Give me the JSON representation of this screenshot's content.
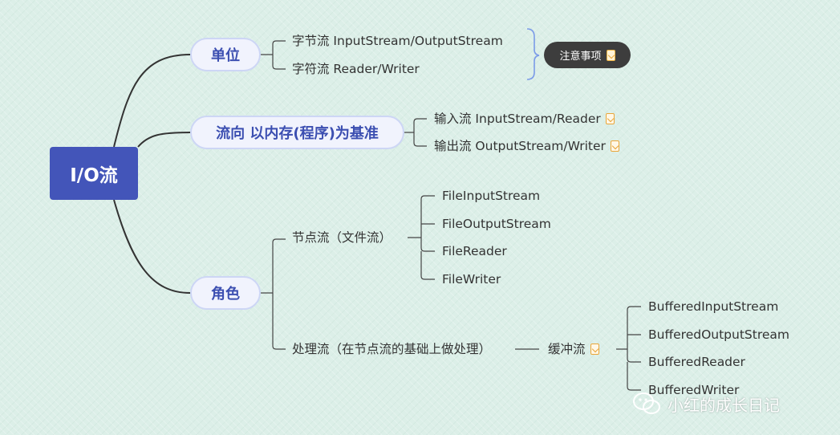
{
  "root": {
    "label": "I/O流"
  },
  "branches": {
    "unit": {
      "label": "单位",
      "children": [
        "字节流 InputStream/OutputStream",
        "字符流 Reader/Writer"
      ],
      "note_tag": "注意事项"
    },
    "direction": {
      "label": "流向 以内存(程序)为基准",
      "children": [
        "输入流 InputStream/Reader",
        "输出流 OutputStream/Writer"
      ]
    },
    "role": {
      "label": "角色",
      "node_stream": {
        "label": "节点流（文件流）",
        "children": [
          "FileInputStream",
          "FileOutputStream",
          "FileReader",
          "FileWriter"
        ]
      },
      "processing_stream": {
        "label": "处理流（在节点流的基础上做处理）",
        "buffer": {
          "label": "缓冲流",
          "children": [
            "BufferedInputStream",
            "BufferedOutputStream",
            "BufferedReader",
            "BufferedWriter"
          ]
        }
      }
    }
  },
  "watermark": {
    "text": "小红的成长日记"
  },
  "colors": {
    "root_bg": "#4355b9",
    "branch_text": "#3c4fb1",
    "branch_border": "#cdd6f5",
    "brace": "#7b9be8",
    "note_icon": "#e9a63a",
    "background": "#dcefe8"
  }
}
